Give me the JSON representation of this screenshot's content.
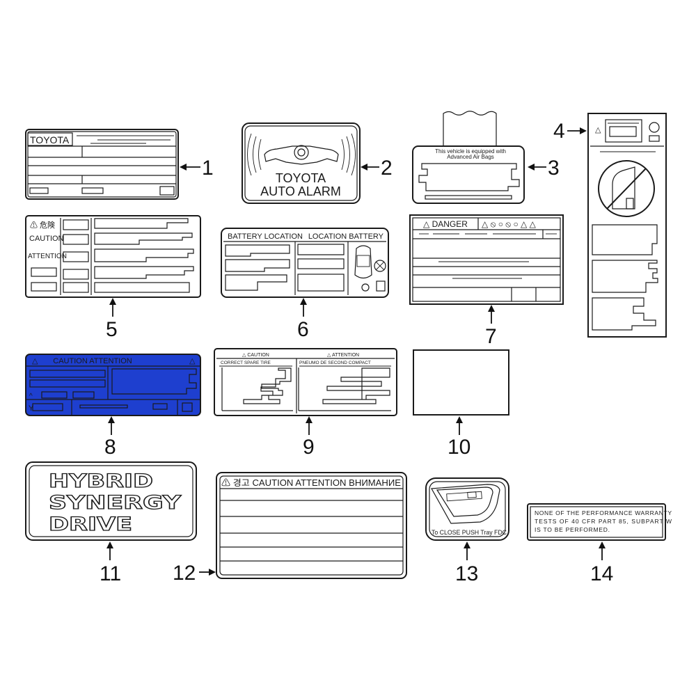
{
  "callouts": [
    "1",
    "2",
    "3",
    "4",
    "5",
    "6",
    "7",
    "8",
    "9",
    "10",
    "11",
    "12",
    "13",
    "14"
  ],
  "label1": {
    "brand": "TOYOTA"
  },
  "label2": {
    "line1": "TOYOTA",
    "line2": "AUTO ALARM"
  },
  "label3": {
    "line1": "This vehicle is equipped with",
    "line2": "Advanced Air Bags"
  },
  "label5": {
    "row1": "⚠ 危険",
    "row2": "CAUTION",
    "row3": "ATTENTION"
  },
  "label6": {
    "left": "BATTERY LOCATION",
    "right": "LOCATION BATTERY"
  },
  "label7": {
    "heading": "△ DANGER",
    "symbols": "△ ⦸ ○ ⦸ ○ △ △"
  },
  "label8": {
    "heading": "CAUTION ATTENTION",
    "color": "#1e3fcf"
  },
  "label9": {
    "caution": "△ CAUTION",
    "attention": "△ ATTENTION",
    "left_title": "CORRECT SPARE TIRE",
    "right_title": "PNEUMO DE SECOND COMPACT"
  },
  "label11": {
    "line1": "HYBRID",
    "line2": "SYNERGY",
    "line3": "DRIVE"
  },
  "label12": {
    "heading": "⚠ 경고 CAUTION ATTENTION ВНИМАНИЕ"
  },
  "label13": {
    "text": "To CLOSE PUSH Tray FDC"
  },
  "label14": {
    "line1": "NONE OF THE PERFORMANCE WARRANTY",
    "line2": "TESTS OF 40 CFR PART 85, SUBPART W",
    "line3": "IS TO BE PERFORMED."
  }
}
